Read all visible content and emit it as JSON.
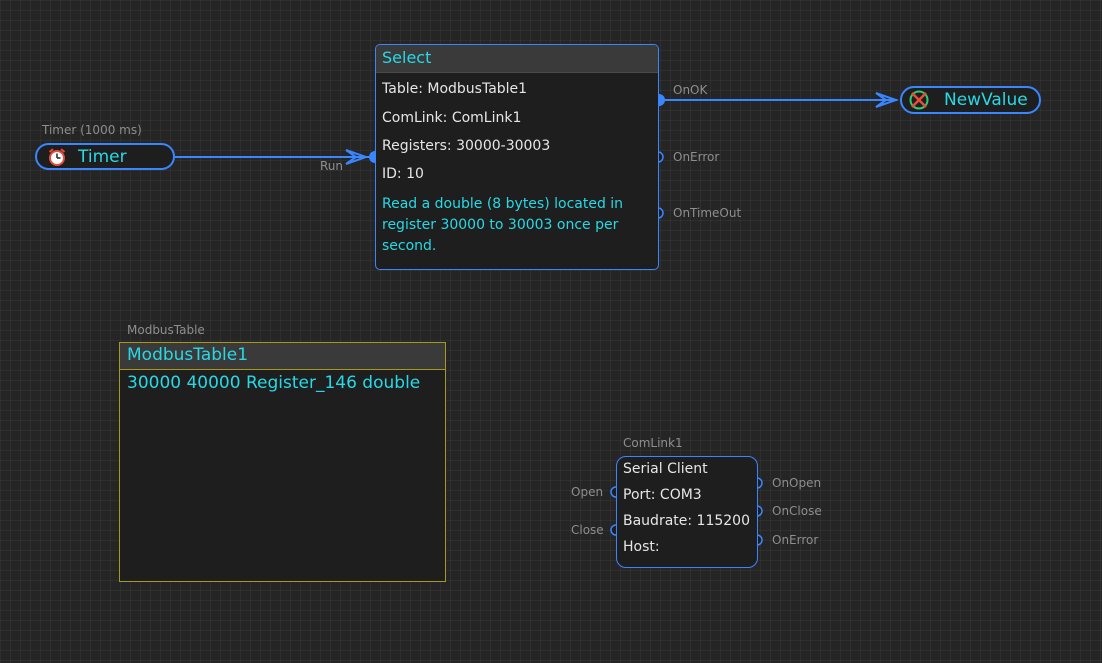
{
  "timer": {
    "caption": "Timer (1000 ms)",
    "label": "Timer",
    "icon": "alarm-clock-icon"
  },
  "wires": {
    "run_label": "Run"
  },
  "select": {
    "title": "Select",
    "table": "Table: ModbusTable1",
    "comlink": "ComLink: ComLink1",
    "registers": "Registers: 30000-30003",
    "id": "ID: 10",
    "description": "Read a double (8 bytes) located in register 30000 to 30003 once per second.",
    "ports": {
      "ok": "OnOK",
      "error": "OnError",
      "timeout": "OnTimeOut"
    }
  },
  "newvalue": {
    "label": "NewValue",
    "icon": "terminator-icon"
  },
  "modbus": {
    "caption": "ModbusTable",
    "title": "ModbusTable1",
    "content": "30000 40000 Register_146 double"
  },
  "comlink": {
    "caption": "ComLink1",
    "type": "Serial Client",
    "port": "Port: COM3",
    "baudrate": "Baudrate: 115200",
    "host": "Host:",
    "inputs": {
      "open": "Open",
      "close": "Close"
    },
    "outputs": {
      "open": "OnOpen",
      "close": "OnClose",
      "error": "OnError"
    }
  },
  "colors": {
    "background": "#252526",
    "wire": "#3a86ff",
    "accent_text": "#27d9e6",
    "table_border": "#a69a1a"
  }
}
